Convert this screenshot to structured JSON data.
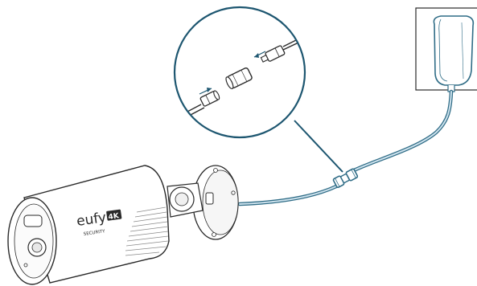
{
  "diagram": {
    "camera": {
      "brand_logo": "eufy",
      "badge": "4K",
      "sub_label": "SECURITY"
    },
    "colors": {
      "cable": "#2f6c86",
      "cable_fill": "#cfe3ee",
      "outline": "#2a2a2a",
      "callout_line": "#1d5670",
      "background": "#ffffff"
    },
    "icons": [
      "camera-icon",
      "power-adapter-icon",
      "wall-outlet-icon",
      "connector-icon",
      "arrow-icon"
    ]
  }
}
